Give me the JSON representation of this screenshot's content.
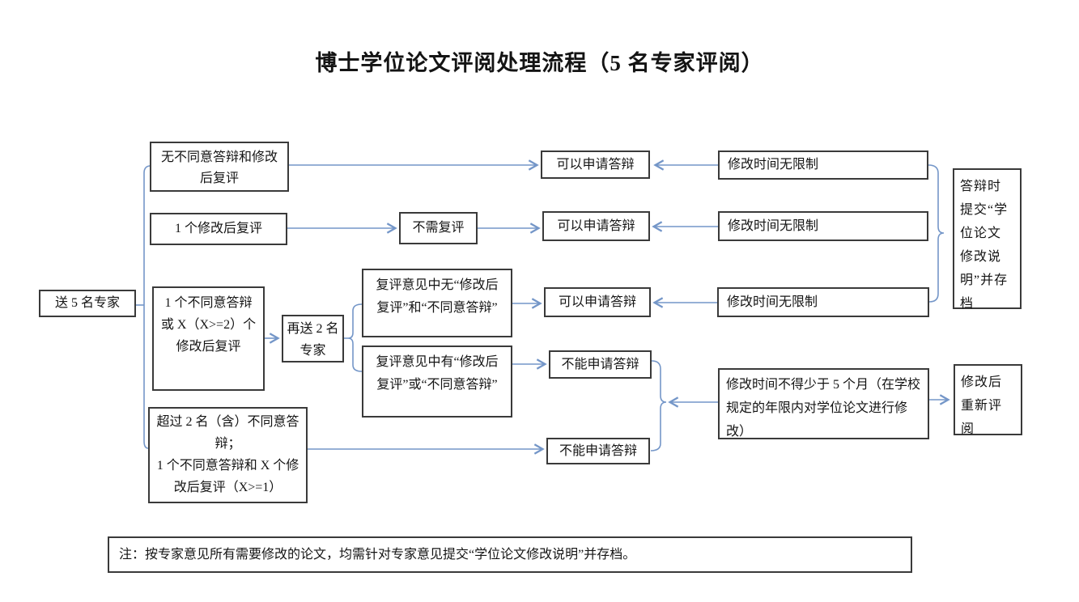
{
  "title": "博士学位论文评阅处理流程（5 名专家评阅）",
  "accent_color": "#7496c8",
  "box_border_color": "#3a3a3a",
  "nodes": {
    "start": "送 5 名专家",
    "cond1": "无不同意答辩和修改\n后复评",
    "cond2": "1 个修改后复评",
    "cond3": "1 个不同意答辩\n或 X（X>=2）个\n修改后复评",
    "cond4": "超过 2 名（含）不同意答\n辩；\n1 个不同意答辩和 X 个修\n改后复评（X>=1）",
    "resend": "再送 2 名\n专家",
    "no_need": "不需复评",
    "review_none": "复评意见中无“修改后\n复评”和“不同意答辩”",
    "review_has": "复评意见中有“修改后\n复评”或“不同意答辩”",
    "can_apply": "可以申请答辩",
    "cannot_apply": "不能申请答辩",
    "time_unlimited": "修改时间无限制",
    "time_5months": "修改时间不得少于 5 个月（在学校\n规定的年限内对学位论文进行修\n改）",
    "archive": "答辩时提交“学位论文修改说明”并存档",
    "rereview": "修改后重新评阅",
    "note": "注：按专家意见所有需要修改的论文，均需针对专家意见提交“学位论文修改说明”并存档。"
  }
}
